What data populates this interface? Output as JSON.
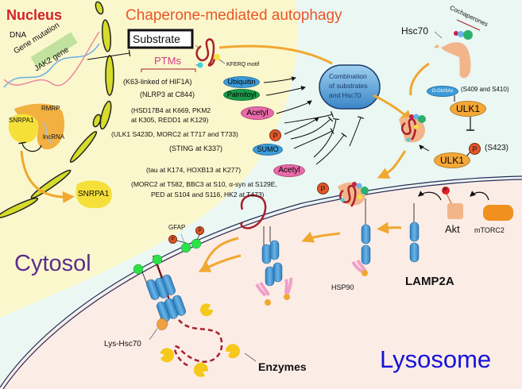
{
  "regions": {
    "nucleus": "Nucleus",
    "title": "Chaperone-mediated autophagy",
    "cytosol": "Cytosol",
    "lysosome": "Lysosome"
  },
  "colors": {
    "nucleus_bg": "#fbf7cc",
    "cytosol_bg": "#eaf7f3",
    "lysosome_bg": "#fcece6",
    "nucleus_title": "#d2232a",
    "main_title": "#e8562a",
    "cytosol_label": "#5b2d8e",
    "lysosome_label": "#1414d8",
    "ptms_label": "#d63a8a",
    "arrow": "#f0a830",
    "substrate_strand": "#a8202a"
  },
  "nucleus": {
    "dna_label": "DNA",
    "gene_mutation": "Gene mutation",
    "jak2_gene": "JAK2 gene",
    "rmrp": "RMRP",
    "snrpa1_inner": "SNRPA1",
    "lncrna": "lncRNA",
    "snrpa1_outer": "SNRPA1"
  },
  "substrate": {
    "label": "Substrate",
    "ptms": "PTMs",
    "kferq": "KFERQ motif"
  },
  "ptm_rows": [
    {
      "text": "(K63-linked of HIF1A)",
      "modification": "Ubiquitin",
      "effect": "promote"
    },
    {
      "text": "(NLRP3 at C844)",
      "modification": "Palmitoyl",
      "effect": "promote"
    },
    {
      "text": "(HSD17B4 at K669, PKM2",
      "text2": "at K305, REDD1 at K129)",
      "modification": "Acetyl",
      "effect": "promote"
    },
    {
      "text": "(ULK1 S423D, MORC2 at T717 and T733)",
      "modification": "P",
      "effect": "promote"
    },
    {
      "text": "(STING at K337)",
      "modification": "SUMO",
      "effect": "inhibit"
    },
    {
      "text": "(tau at K174, HOXB13 at K277)",
      "modification": "Acetyl",
      "effect": "inhibit"
    },
    {
      "text": "(MORC2 at T582, BBC3 at S10, α-syn at S129E,",
      "text2": "PED at S104 and S116, HK2 at T473)",
      "modification": "P",
      "effect": "inhibit"
    }
  ],
  "combination": {
    "line1": "Combination",
    "line2": "of substrates",
    "line3": "and Hsc70"
  },
  "hsc70": {
    "label": "Hsc70",
    "cochaperones": "Cochaperones"
  },
  "ulk1": {
    "ogcnac": "O-GlcNAc",
    "ogcnac_sites": "(S409 and S410)",
    "ulk1_top": "ULK1",
    "ulk1_bottom": "ULK1",
    "p_badge": "P",
    "p_site": "(S423)"
  },
  "membrane": {
    "akt": "Akt",
    "akt_p": "P",
    "mtorc2": "mTORC2",
    "lamp2a": "LAMP2A",
    "hsp90": "HSP90",
    "gfap": "GFAP",
    "gfap_p": "P",
    "lys_hsc70": "Lys-Hsc70",
    "enzymes": "Enzymes"
  }
}
